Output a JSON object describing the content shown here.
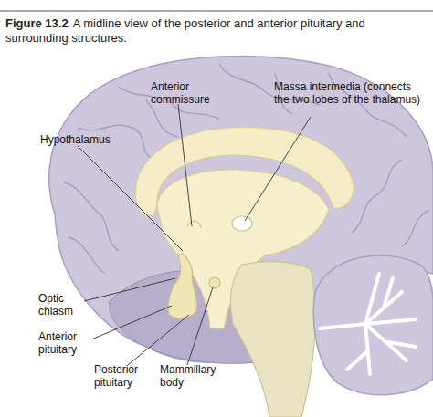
{
  "diagram": {
    "title": "Figure 13.2",
    "caption": "A midline view of the posterior and anterior pituitary and surrounding structures.",
    "labels": [
      "Anterior commissure",
      "Massa intermedia (connects the two lobes of the thalamus)",
      "Hypothalamus",
      "Optic chiasm",
      "Anterior pituitary",
      "Posterior pituitary",
      "Mammillary body"
    ]
  }
}
